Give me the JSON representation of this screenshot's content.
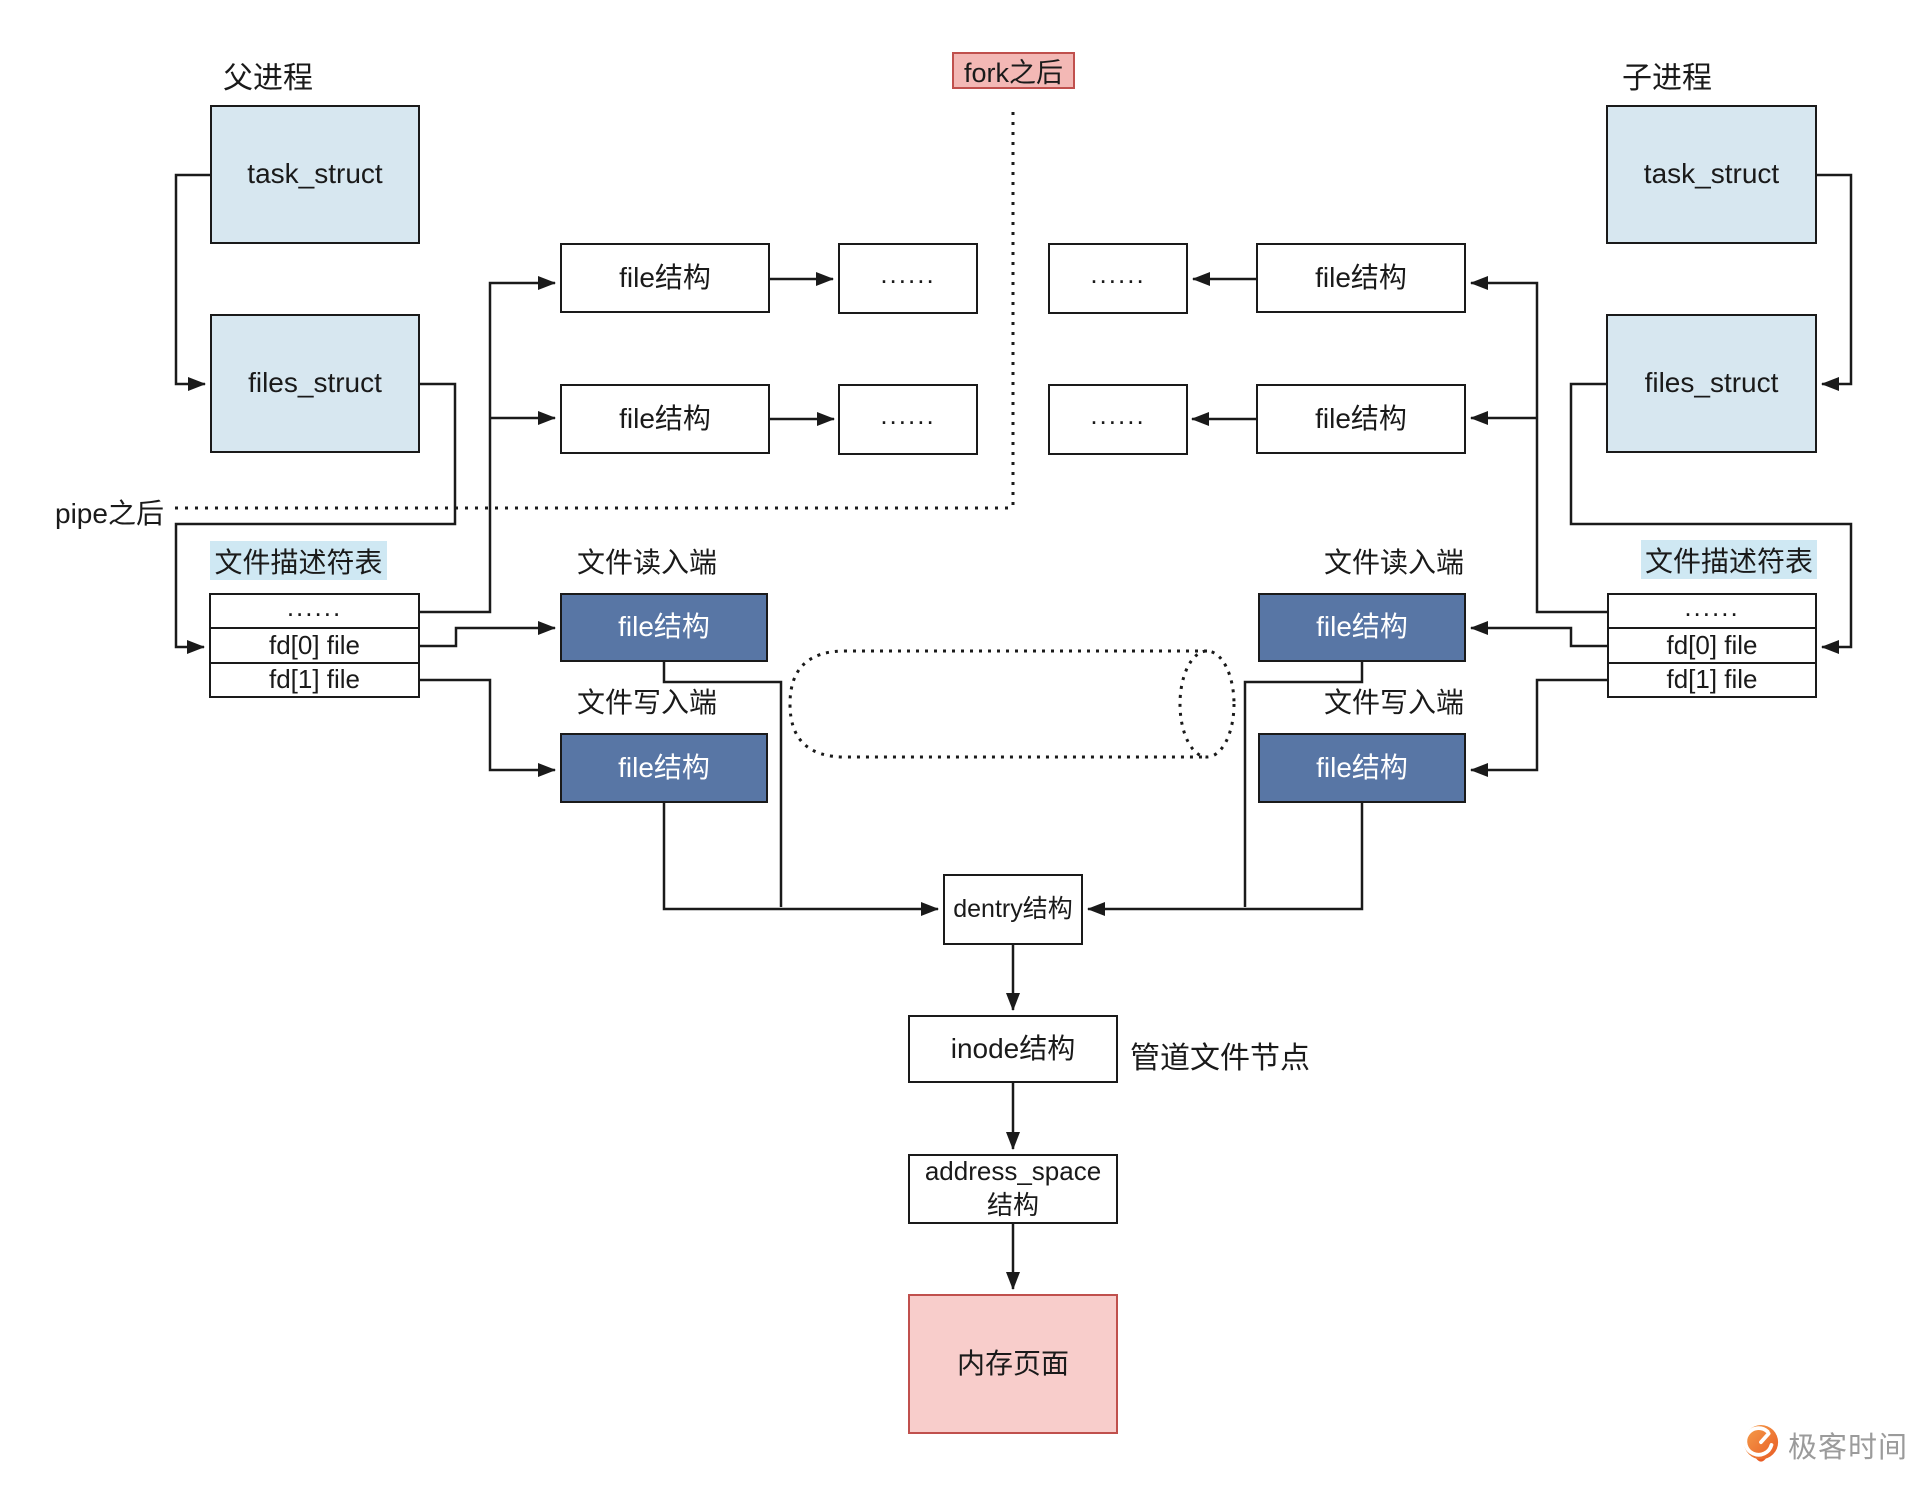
{
  "diagram": {
    "labels": {
      "parent": "父进程",
      "child": "子进程",
      "fork": "fork之后",
      "pipe": "pipe之后"
    },
    "boxes": {
      "task_struct": "task_struct",
      "files_struct": "files_struct",
      "file_struct": "file结构",
      "ellipsis": "......",
      "dentry": "dentry结构",
      "inode": "inode结构",
      "address_space_line1": "address_space",
      "address_space_line2": "结构",
      "memory_page": "内存页面"
    },
    "fd_table": {
      "title": "文件描述符表",
      "rows": [
        "......",
        "fd[0] file",
        "fd[1] file"
      ]
    },
    "pipe_ends": {
      "read": "文件读入端",
      "write": "文件写入端"
    },
    "annotations": {
      "pipe_inode": "管道文件节点"
    },
    "logo": {
      "text": "极客时间"
    },
    "colors": {
      "light_blue_fill": "#d7e7f0",
      "label_blue_bg": "#cfe8f3",
      "navy_fill": "#5876a5",
      "fork_pink_fill": "#f3b8b5",
      "red_border": "#c0504d",
      "memory_pink_fill": "#f8cdcb",
      "line_black": "#1a1a1a",
      "logo_orange": "#ed6c2f",
      "logo_gray": "#9b9b9b"
    }
  }
}
